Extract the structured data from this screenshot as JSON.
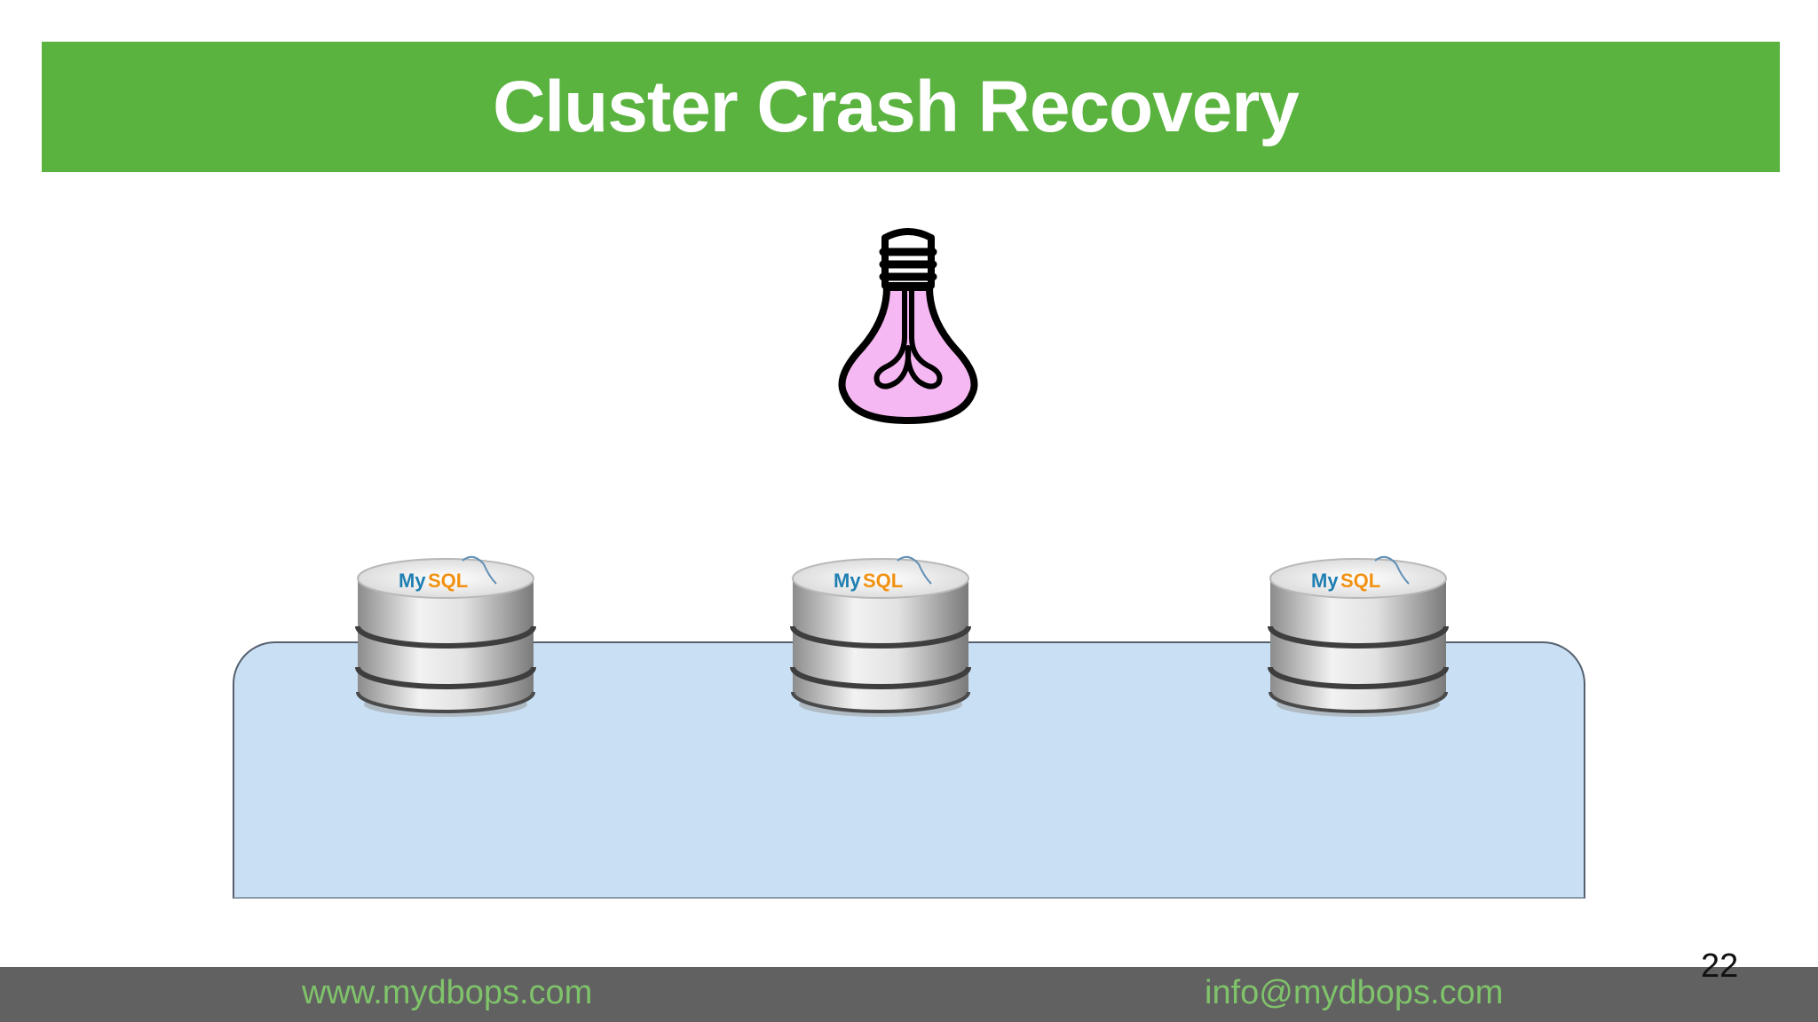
{
  "slide": {
    "title": "Cluster Crash Recovery",
    "page_number": "22"
  },
  "footer": {
    "website": "www.mydbops.com",
    "email": "info@mydbops.com"
  },
  "diagram": {
    "bulb_icon": "lightbulb-icon",
    "nodes": [
      {
        "icon": "mysql-database-icon",
        "logo_text": "MySQL"
      },
      {
        "icon": "mysql-database-icon",
        "logo_text": "MySQL"
      },
      {
        "icon": "mysql-database-icon",
        "logo_text": "MySQL"
      }
    ]
  },
  "colors": {
    "title_bar": "#5ab23f",
    "bulb_fill": "#f6b8f2",
    "cluster_fill": "#c9e0f4",
    "footer_bar": "#616161",
    "footer_text": "#7fc36a"
  }
}
